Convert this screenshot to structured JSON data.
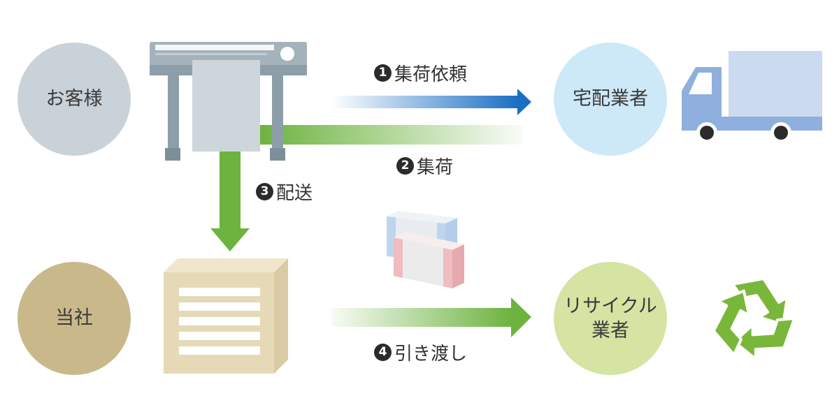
{
  "nodes": {
    "customer": {
      "label": "お客様",
      "color": "#c9d2d8"
    },
    "courier": {
      "label": "宅配業者",
      "color": "#cde8f7"
    },
    "company": {
      "label": "当社",
      "color": "#c9b98a"
    },
    "recycler": {
      "label_line1": "リサイクル",
      "label_line2": "業者",
      "color": "#d5e3a3"
    }
  },
  "steps": {
    "s1": {
      "number": "1",
      "label": "集荷依頼"
    },
    "s2": {
      "number": "2",
      "label": "集荷"
    },
    "s3": {
      "number": "3",
      "label": "配送"
    },
    "s4": {
      "number": "4",
      "label": "引き渡し"
    }
  },
  "colors": {
    "blue_arrow": "#1a6fc4",
    "green_arrow": "#6db33f",
    "printer": "#a4b3bb",
    "truck_body": "#ccdaf0",
    "truck_cab": "#8fb0de",
    "recycle": "#79b73b",
    "warehouse": "#e5d9b8"
  },
  "icons": {
    "printer": "printer-icon",
    "truck": "truck-icon",
    "warehouse": "warehouse-icon",
    "cartridges": "ink-cartridge-icon",
    "recycle": "recycle-icon"
  }
}
